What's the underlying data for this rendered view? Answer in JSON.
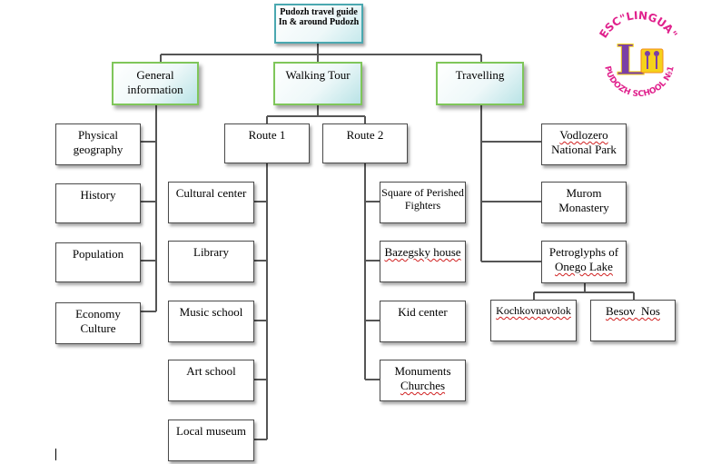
{
  "root": {
    "line1": "Pudozh travel guide",
    "line2": "In & around Pudozh"
  },
  "categories": {
    "general": {
      "line1": "General",
      "line2": "information"
    },
    "walking": {
      "label": "Walking Tour"
    },
    "travelling": {
      "label": "Travelling"
    }
  },
  "general_items": [
    {
      "line1": "Physical",
      "line2": "geography"
    },
    {
      "line1": "History",
      "line2": ""
    },
    {
      "line1": "Population",
      "line2": ""
    },
    {
      "line1": "Economy",
      "line2": "Culture"
    }
  ],
  "routes": {
    "route1": "Route 1",
    "route2": "Route 2"
  },
  "route1_items": [
    "Cultural center",
    "Library",
    "Music school",
    "Art school",
    "Local museum"
  ],
  "route2_items": [
    {
      "line1": "Square of Perished",
      "line2": "Fighters"
    },
    {
      "line1": "Bazegsky house",
      "line2": ""
    },
    {
      "line1": "Kid center",
      "line2": ""
    },
    {
      "line1": "Monuments",
      "line2": "Churches"
    }
  ],
  "travelling_items": [
    {
      "line1": "Vodlozero",
      "line2": "National Park"
    },
    {
      "line1": "Murom",
      "line2": "Monastery"
    },
    {
      "line1": "Petroglyphs of",
      "line2": "Onego Lake"
    }
  ],
  "petroglyph_items": [
    "Kochkovnavolok",
    "Besov  Nos"
  ],
  "logo": {
    "text_top": "ESC\"LINGUA\"",
    "text_bottom": "PUDOZH SCHOOL №1",
    "letter": "L",
    "colors": {
      "magenta": "#e0208c",
      "orange": "#f28a1c",
      "yellow": "#f5d21a",
      "purple": "#7a3fa6"
    }
  }
}
